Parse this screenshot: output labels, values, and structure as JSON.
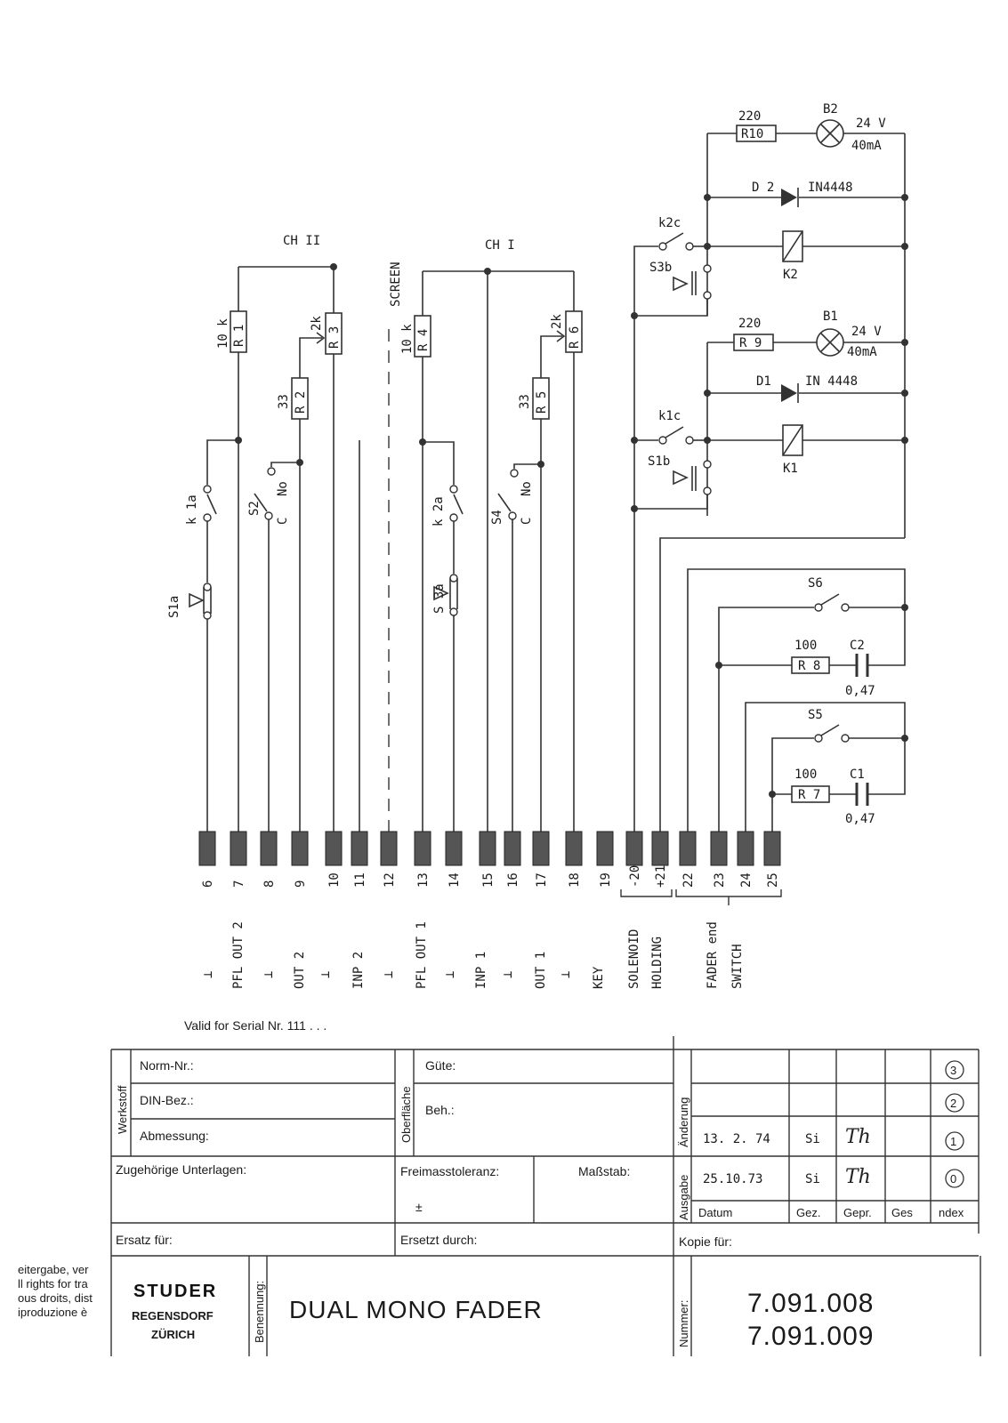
{
  "schematic": {
    "channel_labels": {
      "ch2": "CH II",
      "ch1": "CH I",
      "screen": "SCREEN"
    },
    "ch2_components": {
      "r1": {
        "ref": "R 1",
        "value": "10 k"
      },
      "r2": {
        "ref": "R 2",
        "value": "33"
      },
      "r3": {
        "ref": "R 3",
        "value": "2k"
      },
      "k1a": "k 1a",
      "s1a": "S1a",
      "s2": "S2",
      "s2_c": "C",
      "s2_no": "No"
    },
    "ch1_components": {
      "r4": {
        "ref": "R 4",
        "value": "10 k"
      },
      "r5": {
        "ref": "R 5",
        "value": "33"
      },
      "r6": {
        "ref": "R 6",
        "value": "2k"
      },
      "k2a": "k 2a",
      "s3a": "S 3a",
      "s4": "S4",
      "s4_c": "C",
      "s4_no": "No"
    },
    "relay_components": {
      "r10": {
        "ref": "R10",
        "value": "220"
      },
      "b2": {
        "ref": "B2",
        "voltage": "24 V",
        "current": "40mA"
      },
      "d2": {
        "ref": "D 2",
        "part": "IN4448"
      },
      "k2c": "k2c",
      "s3b": "S3b",
      "k2": "K2",
      "r9": {
        "ref": "R 9",
        "value": "220"
      },
      "b1": {
        "ref": "B1",
        "voltage": "24 V",
        "current": "40mA"
      },
      "d1": {
        "ref": "D1",
        "part": "IN 4448"
      },
      "k1c": "k1c",
      "s1b": "S1b",
      "k1": "K1"
    },
    "fader_components": {
      "s6": "S6",
      "r8": {
        "ref": "R 8",
        "value": "100"
      },
      "c2": {
        "ref": "C2",
        "value": "0,47"
      },
      "s5": "S5",
      "r7": {
        "ref": "R 7",
        "value": "100"
      },
      "c1": {
        "ref": "C1",
        "value": "0,47"
      }
    },
    "terminals": [
      "6",
      "7",
      "8",
      "9",
      "10",
      "11",
      "12",
      "13",
      "14",
      "15",
      "16",
      "17",
      "18",
      "19",
      "-20",
      "+21",
      "22",
      "23",
      "24",
      "25"
    ],
    "terminal_functions": {
      "t7": "PFL OUT 2",
      "t9": "OUT 2",
      "t11": "INP 2",
      "t13": "PFL OUT 1",
      "t15": "INP 1",
      "t17": "OUT 1",
      "t19": "KEY",
      "t20": "SOLENOID",
      "t21": "HOLDING",
      "t23": "FADER end",
      "t24": "SWITCH"
    },
    "ground_symbol": "⊥"
  },
  "validity_note": "Valid for Serial Nr. 111 . . .",
  "title_block": {
    "werkstoff": {
      "section": "Werkstoff",
      "norm_nr": "Norm-Nr.:",
      "din_bez": "DIN-Bez.:",
      "abmessung": "Abmessung:"
    },
    "oberflaeche": {
      "section": "Oberfläche",
      "guete": "Güte:",
      "beh": "Beh.:"
    },
    "aenderung_label": "Änderung",
    "ausgabe_label": "Ausgabe",
    "revisions": [
      {
        "index": "3",
        "date": "",
        "gez": "",
        "gepr": ""
      },
      {
        "index": "2",
        "date": "",
        "gez": "",
        "gepr": ""
      },
      {
        "index": "1",
        "date": "13. 2. 74",
        "gez": "Si",
        "gepr": "Th"
      },
      {
        "index": "0",
        "date": "25.10.73",
        "gez": "Si",
        "gepr": "Th"
      }
    ],
    "rev_headers": {
      "datum": "Datum",
      "gez": "Gez.",
      "gepr": "Gepr.",
      "ges": "Ges",
      "index": "ndex"
    },
    "zugehoerige": "Zugehörige Unterlagen:",
    "freimass": "Freimasstoleranz:",
    "freimass_value": "±",
    "massstab": "Maßstab:",
    "ersatz_fuer": "Ersatz für:",
    "ersetzt_durch": "Ersetzt durch:",
    "kopie_fuer": "Kopie für:",
    "company": {
      "logo": "STUDER",
      "city1": "REGENSDORF",
      "city2": "ZÜRICH"
    },
    "benennung_label": "Benennung:",
    "benennung": "DUAL MONO FADER",
    "nummer_label": "Nummer:",
    "nummer": [
      "7.091.008",
      "7.091.009"
    ]
  },
  "margin_note": [
    "eitergabe, ver",
    "ll rights for tra",
    "ous droits, dist",
    "iproduzione è"
  ]
}
